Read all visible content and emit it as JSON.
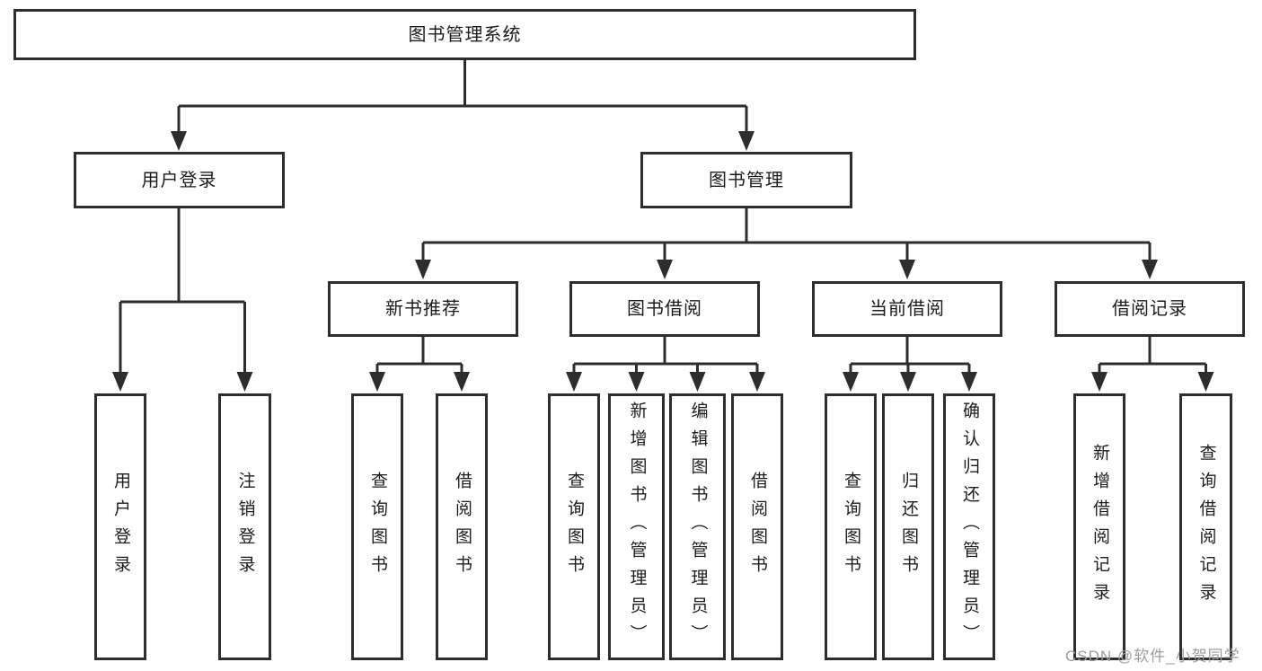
{
  "diagram": {
    "tree": {
      "label": "图书管理系统",
      "children": [
        {
          "label": "用户登录",
          "children": [
            {
              "label": "用户登录"
            },
            {
              "label": "注销登录"
            }
          ]
        },
        {
          "label": "图书管理",
          "children": [
            {
              "label": "新书推荐",
              "children": [
                {
                  "label": "查询图书"
                },
                {
                  "label": "借阅图书"
                }
              ]
            },
            {
              "label": "图书借阅",
              "children": [
                {
                  "label": "查询图书"
                },
                {
                  "label": "新增图书（管理员）"
                },
                {
                  "label": "编辑图书（管理员）"
                },
                {
                  "label": "借阅图书"
                }
              ]
            },
            {
              "label": "当前借阅",
              "children": [
                {
                  "label": "查询图书"
                },
                {
                  "label": "归还图书"
                },
                {
                  "label": "确认归还（管理员）"
                }
              ]
            },
            {
              "label": "借阅记录",
              "children": [
                {
                  "label": "新增借阅记录"
                },
                {
                  "label": "查询借阅记录"
                }
              ]
            }
          ]
        }
      ]
    },
    "line_color": "#2d2d2d",
    "watermark": "CSDN @软件_小贺同学"
  }
}
